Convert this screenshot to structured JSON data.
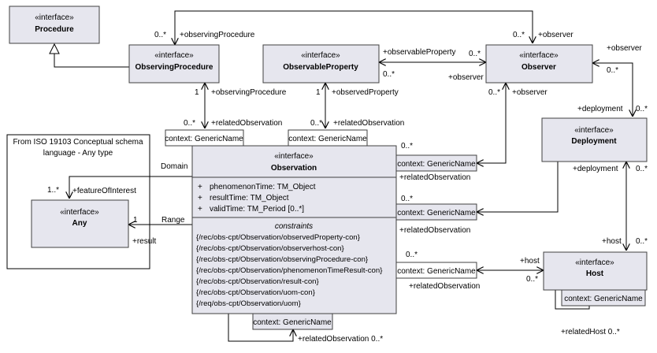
{
  "colors": {
    "box_fill": "#e6e6ee",
    "box_stroke": "#404040",
    "line": "#000000",
    "page_bg": "#ffffff"
  },
  "package": {
    "title_line1": "From ISO 19103 Conceptual schema",
    "title_line2": "language - Any type"
  },
  "classes": {
    "procedure": {
      "stereotype": "«interface»",
      "name": "Procedure"
    },
    "observing_procedure": {
      "stereotype": "«interface»",
      "name": "ObservingProcedure"
    },
    "observable_property": {
      "stereotype": "«interface»",
      "name": "ObservableProperty"
    },
    "observer": {
      "stereotype": "«interface»",
      "name": "Observer"
    },
    "deployment": {
      "stereotype": "«interface»",
      "name": "Deployment"
    },
    "host": {
      "stereotype": "«interface»",
      "name": "Host"
    },
    "any": {
      "stereotype": "«interface»",
      "name": "Any"
    },
    "observation": {
      "stereotype": "«interface»",
      "name": "Observation",
      "attributes": [
        {
          "vis": "+",
          "text": "phenomenonTime: TM_Object"
        },
        {
          "vis": "+",
          "text": "resultTime: TM_Object"
        },
        {
          "vis": "+",
          "text": "validTime: TM_Period [0..*]"
        }
      ],
      "constraints_header": "constraints",
      "constraints": [
        "{/rec/obs-cpt/Observation/observedProperty-con}",
        "{/rec/obs-cpt/Observation/observerhost-con}",
        "{/rec/obs-cpt/Observation/observingProcedure-con}",
        "{/rec/obs-cpt/Observation/phenomenonTimeResult-con}",
        "{/rec/obs-cpt/Observation/result-con}",
        "{/rec/obs-cpt/Observation/uom-con}",
        "{/req/obs-cpt/Observation/uom}"
      ]
    }
  },
  "qualifiers": {
    "q_proc": "context: GenericName",
    "q_prop": "context: GenericName",
    "q_observer": "context: GenericName",
    "q_deploy": "context: GenericName",
    "q_host": "context: GenericName",
    "q_self": "context: GenericName",
    "q_hostself": "context: GenericName"
  },
  "labels": {
    "l1": "0..*",
    "l2": "+observingProcedure",
    "l3": "0..*",
    "l4": "+observer",
    "l5": "+observableProperty",
    "l6": "0..*",
    "l7": "0..*",
    "l8": "+observer",
    "l9": "+observer",
    "l10": "0..*",
    "l11": "1",
    "l12": "+observingProcedure",
    "l13": "1",
    "l14": "+observedProperty",
    "l15": "0..*",
    "l16": "+observer",
    "l17": "0..*",
    "l18": "+relatedObservation",
    "l19": "0..*",
    "l20": "+relatedObservation",
    "l21": "+deployment",
    "l22": "0..*",
    "l23": "0..*",
    "l24": "Domain",
    "l25": "+relatedObservation",
    "l26": "1..*",
    "l27": "+featureOfInterest",
    "l28": "+deployment",
    "l29": "0..*",
    "l30": "0..*",
    "l31": "Range",
    "l32": "1",
    "l33": "+relatedObservation",
    "l34": "+result",
    "l35": "+host",
    "l36": "0..*",
    "l37": "0..*",
    "l38": "+host",
    "l39": "+relatedObservation",
    "l40": "0..*",
    "l41": "+relatedObservation 0..*",
    "l42": "+relatedHost 0..*"
  }
}
